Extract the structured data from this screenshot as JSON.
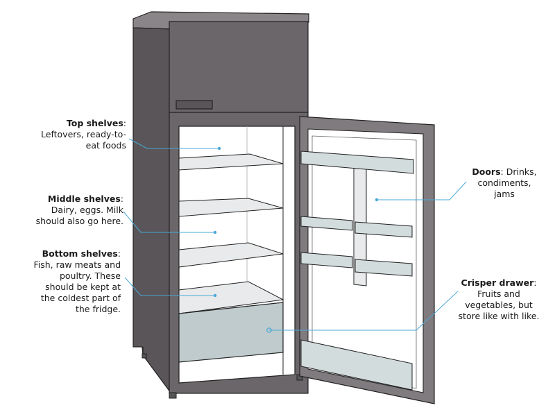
{
  "callouts": {
    "top_shelves": {
      "title": "Top shelves",
      "separator": ":",
      "lines": [
        "Leftovers, ready-to-",
        "eat foods"
      ]
    },
    "middle_shelves": {
      "title": "Middle shelves",
      "separator": ":",
      "lines": [
        "Dairy, eggs. Milk",
        "should also go here."
      ]
    },
    "bottom_shelves": {
      "title": "Bottom shelves",
      "separator": ":",
      "lines": [
        "Fish, raw meats and",
        "poultry. These",
        "should be kept at",
        "the coldest part of",
        "the fridge."
      ]
    },
    "doors": {
      "title": "Doors",
      "separator": ":",
      "inline": " Drinks,",
      "lines": [
        "condiments,",
        "jams"
      ]
    },
    "crisper_drawer": {
      "title": "Crisper drawer",
      "separator": ":",
      "lines": [
        "Fruits and",
        "vegetables, but",
        "store like with like."
      ]
    }
  },
  "colors": {
    "cabinet_body": "#6b6669",
    "cabinet_dark": "#5a5558",
    "cabinet_top": "#8a8588",
    "interior": "#ffffff",
    "shelf": "#e8eaeb",
    "drawer": "#bfcbcc",
    "door_frame": "#807b7e",
    "door_bin": "#d3dcdd",
    "pointer": "#4aa8d8",
    "outline": "#222222"
  }
}
